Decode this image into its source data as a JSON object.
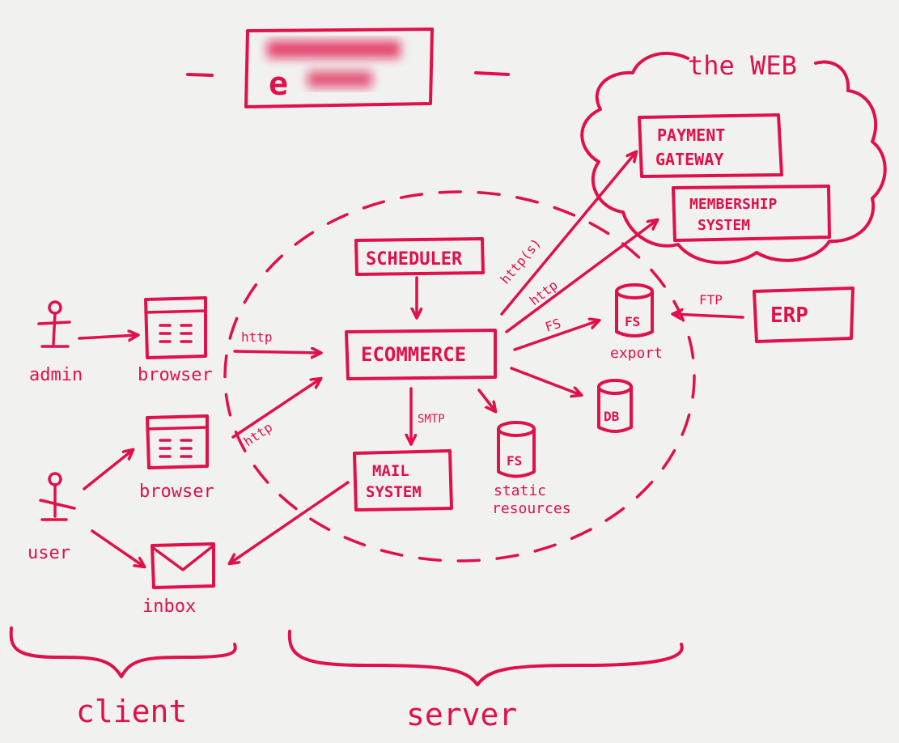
{
  "title_box": {
    "visible_letter": "e",
    "blurred": true
  },
  "colors": {
    "marker": "#e0104a",
    "board": "#f1f2f0"
  },
  "cloud": {
    "label": "the WEB"
  },
  "nodes": {
    "payment_gateway": {
      "line1": "PAYMENT",
      "line2": "GATEWAY"
    },
    "membership_system": {
      "line1": "MEMBERSHIP",
      "line2": "SYSTEM"
    },
    "scheduler": {
      "label": "SCHEDULER"
    },
    "ecommerce": {
      "label": "ECOMMERCE"
    },
    "mail_system": {
      "line1": "MAIL",
      "line2": "SYSTEM"
    },
    "fs_static": {
      "label": "FS",
      "caption1": "static",
      "caption2": "resources"
    },
    "fs_export": {
      "label": "FS",
      "caption": "export"
    },
    "db": {
      "label": "DB"
    },
    "erp": {
      "label": "ERP"
    }
  },
  "actors": {
    "admin": {
      "label": "admin"
    },
    "user": {
      "label": "user"
    }
  },
  "client_items": {
    "browser_admin": {
      "label": "browser"
    },
    "browser_user": {
      "label": "browser"
    },
    "inbox": {
      "label": "inbox"
    }
  },
  "edges": {
    "admin_http": "http",
    "user_http": "http",
    "https": "http(s)",
    "http_membership": "http",
    "fs": "FS",
    "ftp": "FTP",
    "smtp": "SMTP"
  },
  "groups": {
    "client": "client",
    "server": "server"
  }
}
